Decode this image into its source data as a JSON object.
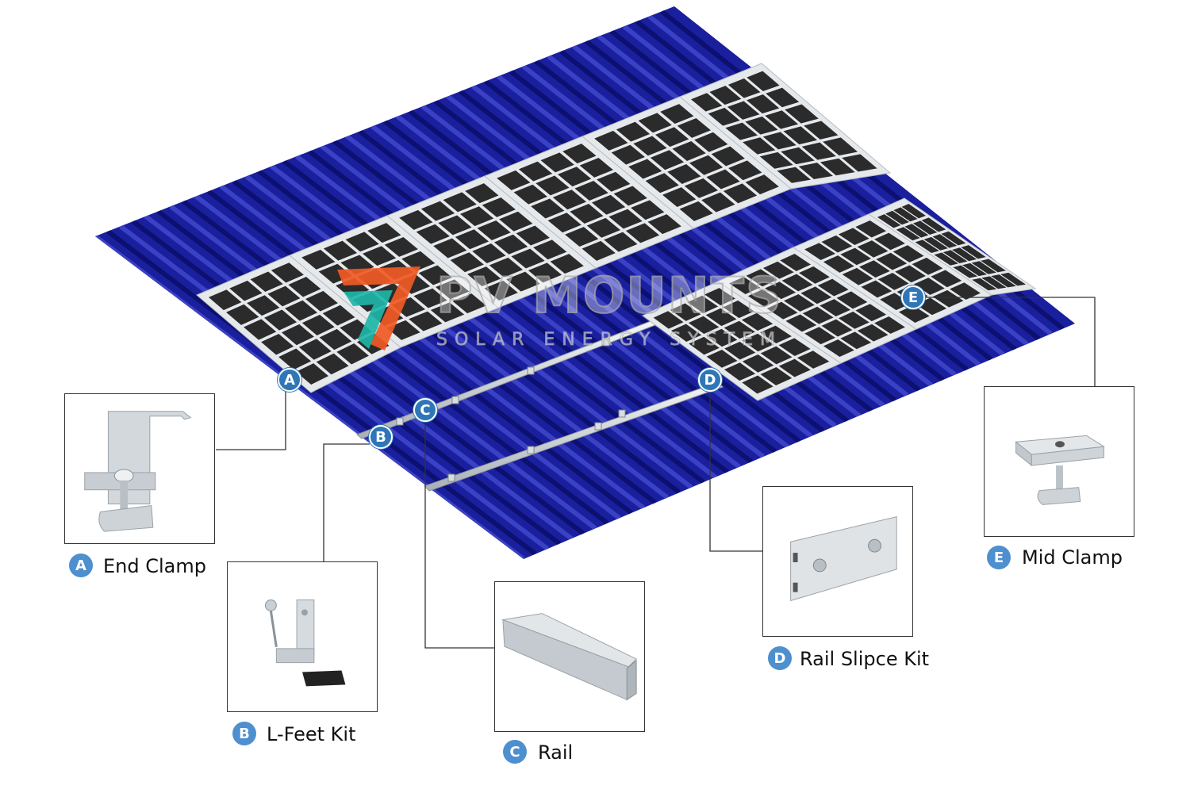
{
  "logo": {
    "title": "PV MOUNTS",
    "subtitle": "SOLAR ENERGY SYSTEM"
  },
  "parts": [
    {
      "letter": "A",
      "name": "End Clamp"
    },
    {
      "letter": "B",
      "name": "L-Feet Kit"
    },
    {
      "letter": "C",
      "name": "Rail"
    },
    {
      "letter": "D",
      "name": "Rail Slipce Kit"
    },
    {
      "letter": "E",
      "name": "Mid Clamp"
    }
  ],
  "colors": {
    "roof": "#1a1f9e",
    "roof_dark": "#0c1070",
    "panel_cell": "#2b2b2b",
    "panel_frame": "#e6e9ec",
    "marker": "#2f76b8",
    "logo_orange": "#f05a24",
    "logo_teal": "#1fb5a8"
  }
}
